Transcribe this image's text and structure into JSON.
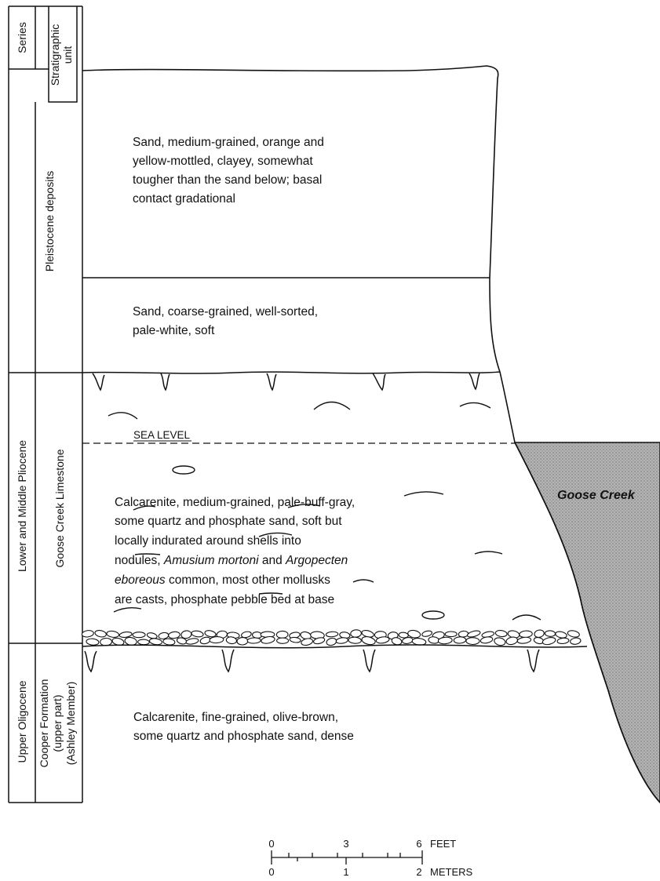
{
  "header": {
    "series_label": "Series",
    "unit_label_line1": "Stratigraphic",
    "unit_label_line2": "unit"
  },
  "series": [
    "Pleistocene deposits",
    "Lower and Middle Pliocene",
    "Upper Oligocene"
  ],
  "units": {
    "goose_creek": "Goose Creek Limestone",
    "cooper": [
      "Cooper Formation",
      "(upper part)",
      "(Ashley Member)"
    ]
  },
  "layers": {
    "pleistocene_upper": [
      "Sand, medium-grained, orange and",
      "yellow-mottled, clayey, somewhat",
      "tougher than the sand below; basal",
      "contact gradational"
    ],
    "pleistocene_lower": [
      "Sand, coarse-grained, well-sorted,",
      "pale-white, soft"
    ],
    "goose_creek": {
      "line1": "Calcarenite, medium-grained, pale-buff-gray,",
      "line2": "some quartz and phosphate sand, soft but",
      "line3": "locally indurated around shells into",
      "line4_a": "nodules, ",
      "line4_b": "Amusium mortoni",
      "line4_c": " and ",
      "line4_d": "Argopecten",
      "line5_a": "eboreous",
      "line5_b": " common, most other mollusks",
      "line6": "are casts, phosphate pebble bed at base"
    },
    "cooper": [
      "Calcarenite, fine-grained, olive-brown,",
      "some quartz and phosphate sand, dense"
    ]
  },
  "sea_level_label": "SEA LEVEL",
  "creek_label": "Goose Creek",
  "scale": {
    "feet_ticks": [
      "0",
      "3",
      "6"
    ],
    "feet_unit": "FEET",
    "meter_ticks": [
      "0",
      "1",
      "2"
    ],
    "meter_unit": "METERS"
  },
  "colors": {
    "creek_fill": "#a8a8a8",
    "line": "#111111"
  }
}
